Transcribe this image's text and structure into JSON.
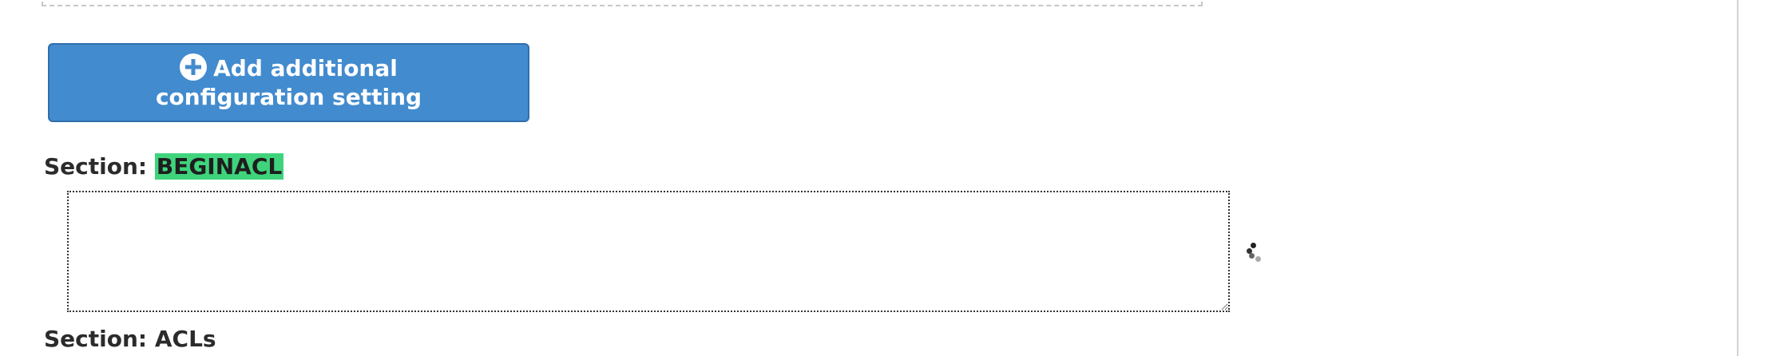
{
  "page": {
    "add_button_label": "Add additional configuration setting",
    "add_button_icon": "plus-circle-icon",
    "sections": [
      {
        "prefix": "Section:",
        "name": "BEGINACL",
        "highlighted": true,
        "textarea_value": ""
      },
      {
        "prefix": "Section:",
        "name": "ACLs",
        "highlighted": false
      }
    ],
    "loading_icon": "spinner-icon"
  },
  "colors": {
    "button_bg": "#428bce",
    "highlight": "#3fd47c",
    "text": "#2b2b2b"
  }
}
